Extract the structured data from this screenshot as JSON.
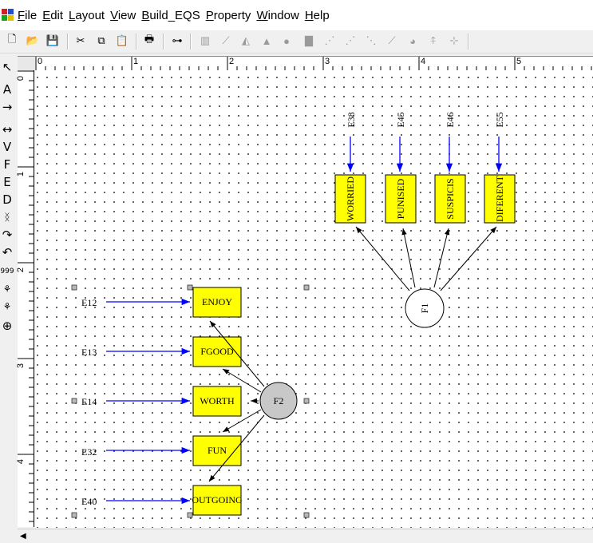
{
  "menu": [
    "File",
    "Edit",
    "Layout",
    "View",
    "Build_EQS",
    "Property",
    "Window",
    "Help"
  ],
  "toolbar": {
    "buttons": [
      "new-icon",
      "open-icon",
      "save-icon",
      "cut-icon",
      "copy-icon",
      "paste-icon",
      "print-icon",
      "tree-icon",
      "barchart-icon",
      "line-icon",
      "area-icon",
      "mountain-icon",
      "dot-icon",
      "histogram-icon",
      "scatter-icon",
      "scatter2-icon",
      "scatter3-icon",
      "pie3d-icon",
      "boxplot-icon",
      "scatterline-icon"
    ]
  },
  "left_tools": [
    "↖",
    "A",
    "→",
    "↔",
    "V",
    "F",
    "E",
    "D",
    "ᛝ",
    "↷",
    "↶",
    "999",
    "⚘",
    "⚘",
    "⊕"
  ],
  "ruler": {
    "h_labels": [
      "0",
      "1",
      "2",
      "3",
      "4",
      "5"
    ],
    "v_labels": [
      "0",
      "1",
      "2",
      "3",
      "4"
    ]
  },
  "diagram": {
    "f1_label": "F1",
    "f2_label": "F2",
    "f1_vars": [
      "WORRIED",
      "PUNISED",
      "SUSPICIS",
      "DIFERENT"
    ],
    "f1_errors": [
      "E38",
      "E45",
      "E46",
      "E55"
    ],
    "f2_vars": [
      "ENJOY",
      "FGOOD",
      "WORTH",
      "FUN",
      "OUTGOING"
    ],
    "f2_errors": [
      "E12",
      "E13",
      "E14",
      "E32",
      "E40"
    ],
    "colors": {
      "box_fill": "#ffff00",
      "error_arrow": "#0000ff",
      "f2_fill": "#c8c8c8",
      "f1_fill": "#ffffff"
    }
  }
}
